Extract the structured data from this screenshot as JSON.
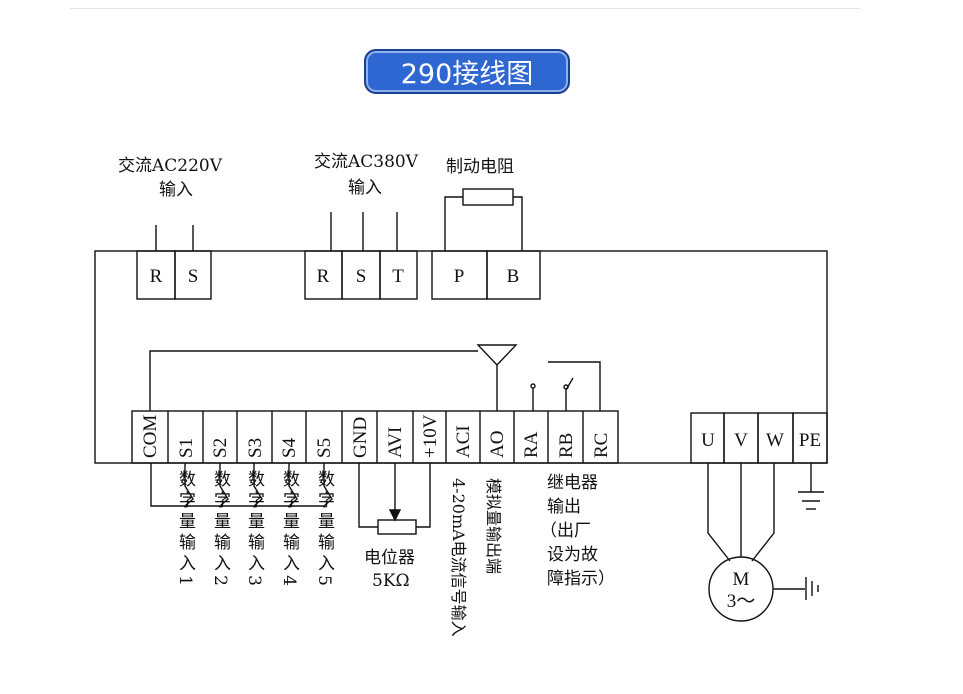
{
  "title": "290接线图",
  "power_220": {
    "line1": "交流AC220V",
    "line2": "输入"
  },
  "power_380": {
    "line1": "交流AC380V",
    "line2": "输入"
  },
  "brake": {
    "label": "制动电阻"
  },
  "top_terminals": [
    "R",
    "S",
    "R",
    "S",
    "T",
    "P",
    "B"
  ],
  "control_terminals": [
    "COM",
    "S1",
    "S2",
    "S3",
    "S4",
    "S5",
    "GND",
    "AVI",
    "+10V",
    "ACI",
    "AO",
    "RA",
    "RB",
    "RC"
  ],
  "motor_terminals": [
    "U",
    "V",
    "W",
    "PE"
  ],
  "digital_inputs": [
    "数字量输入1",
    "数字量输入2",
    "数字量输入3",
    "数字量输入4",
    "数字量输入5"
  ],
  "pot": {
    "line1": "电位器",
    "line2": "5KΩ"
  },
  "aci_label": "4-20mA电流信号输入",
  "ao_label": "模拟量输出端",
  "relay": {
    "line1": "继电器",
    "line2": "输出",
    "line3": "（出厂",
    "line4": "设为故",
    "line5": "障指示）"
  },
  "motor": {
    "line1": "M",
    "line2": "3～"
  }
}
